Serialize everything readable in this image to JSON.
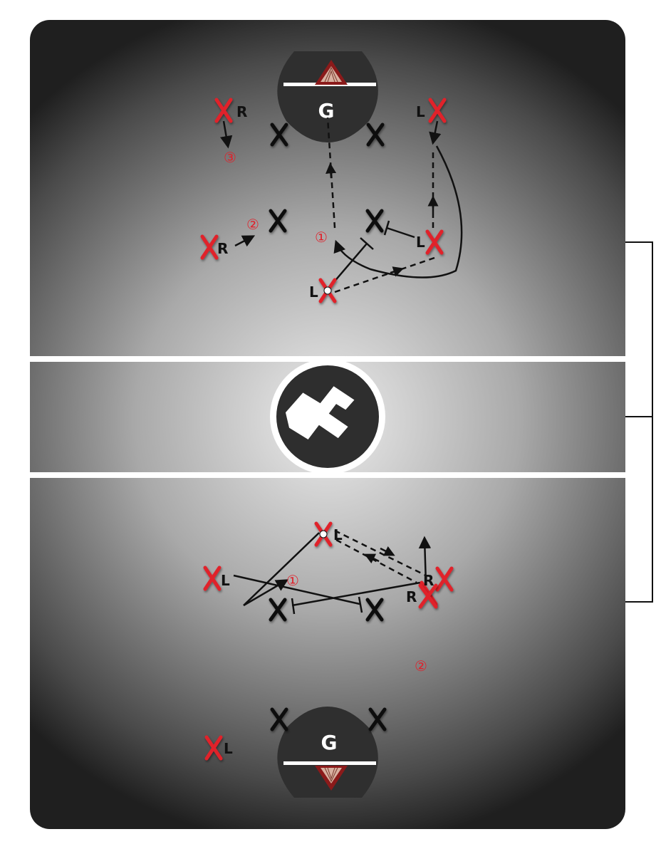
{
  "colors": {
    "field_center": "#e8e8e8",
    "field_edge": "#232323",
    "attacker": "#e0212b",
    "defender": "#111111",
    "crease": "#333333",
    "goal": "#8b1a1a",
    "number": "#e0212b",
    "line": "#111111"
  },
  "top_half": {
    "goal_label": "G",
    "players": {
      "attacker_topleft_hand": "R",
      "attacker_topright_hand": "L",
      "attacker_left_hand": "R",
      "attacker_right_hand": "L",
      "ball_carrier_hand": "L"
    },
    "steps": [
      "①",
      "②",
      "③"
    ]
  },
  "logo": {
    "icon": "lf-logo-icon"
  },
  "bottom_half": {
    "goal_label": "G",
    "players": {
      "ball_carrier_hand": "L",
      "attacker_left_hand": "L",
      "attacker_right_hand": "R",
      "attacker_bottomleft_hand": "L",
      "attacker_bottomright_hand": "R"
    },
    "steps": [
      "①",
      "②"
    ]
  }
}
